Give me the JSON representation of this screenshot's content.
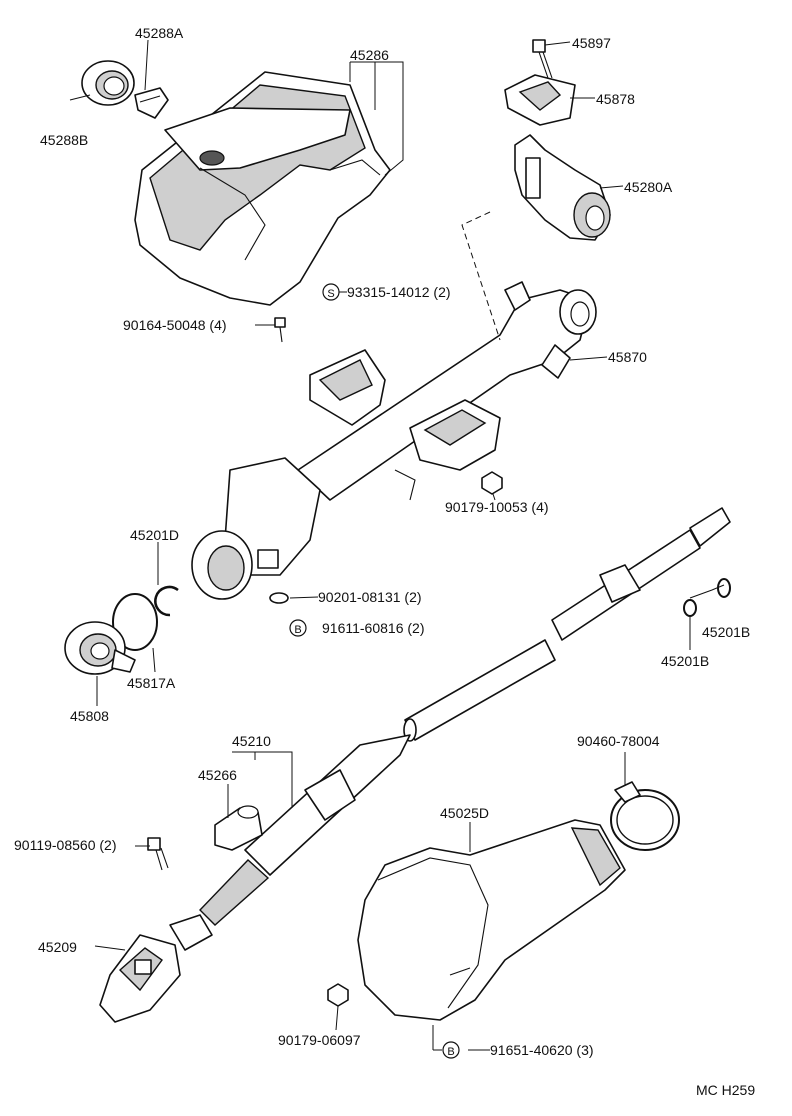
{
  "labels": {
    "p45288A": "45288A",
    "p45286": "45286",
    "p45897": "45897",
    "p45878": "45878",
    "p45288B": "45288B",
    "p45280A": "45280A",
    "p93315": "93315-14012 (2)",
    "p90164": "90164-50048 (4)",
    "p45870": "45870",
    "p90179_10053": "90179-10053 (4)",
    "p45201D": "45201D",
    "p90201": "90201-08131 (2)",
    "p91611": "91611-60816 (2)",
    "p45201B_r": "45201B",
    "p45201B_l": "45201B",
    "p45817A": "45817A",
    "p45808": "45808",
    "p45210": "45210",
    "p45266": "45266",
    "p90460": "90460-78004",
    "p45025D": "45025D",
    "p90119": "90119-08560 (2)",
    "p45209": "45209",
    "p90179_06097": "90179-06097",
    "p91651": "91651-40620 (3)",
    "drawing_code": "MC  H259"
  },
  "symbols": {
    "s_mark": "S",
    "b_mark": "B"
  }
}
